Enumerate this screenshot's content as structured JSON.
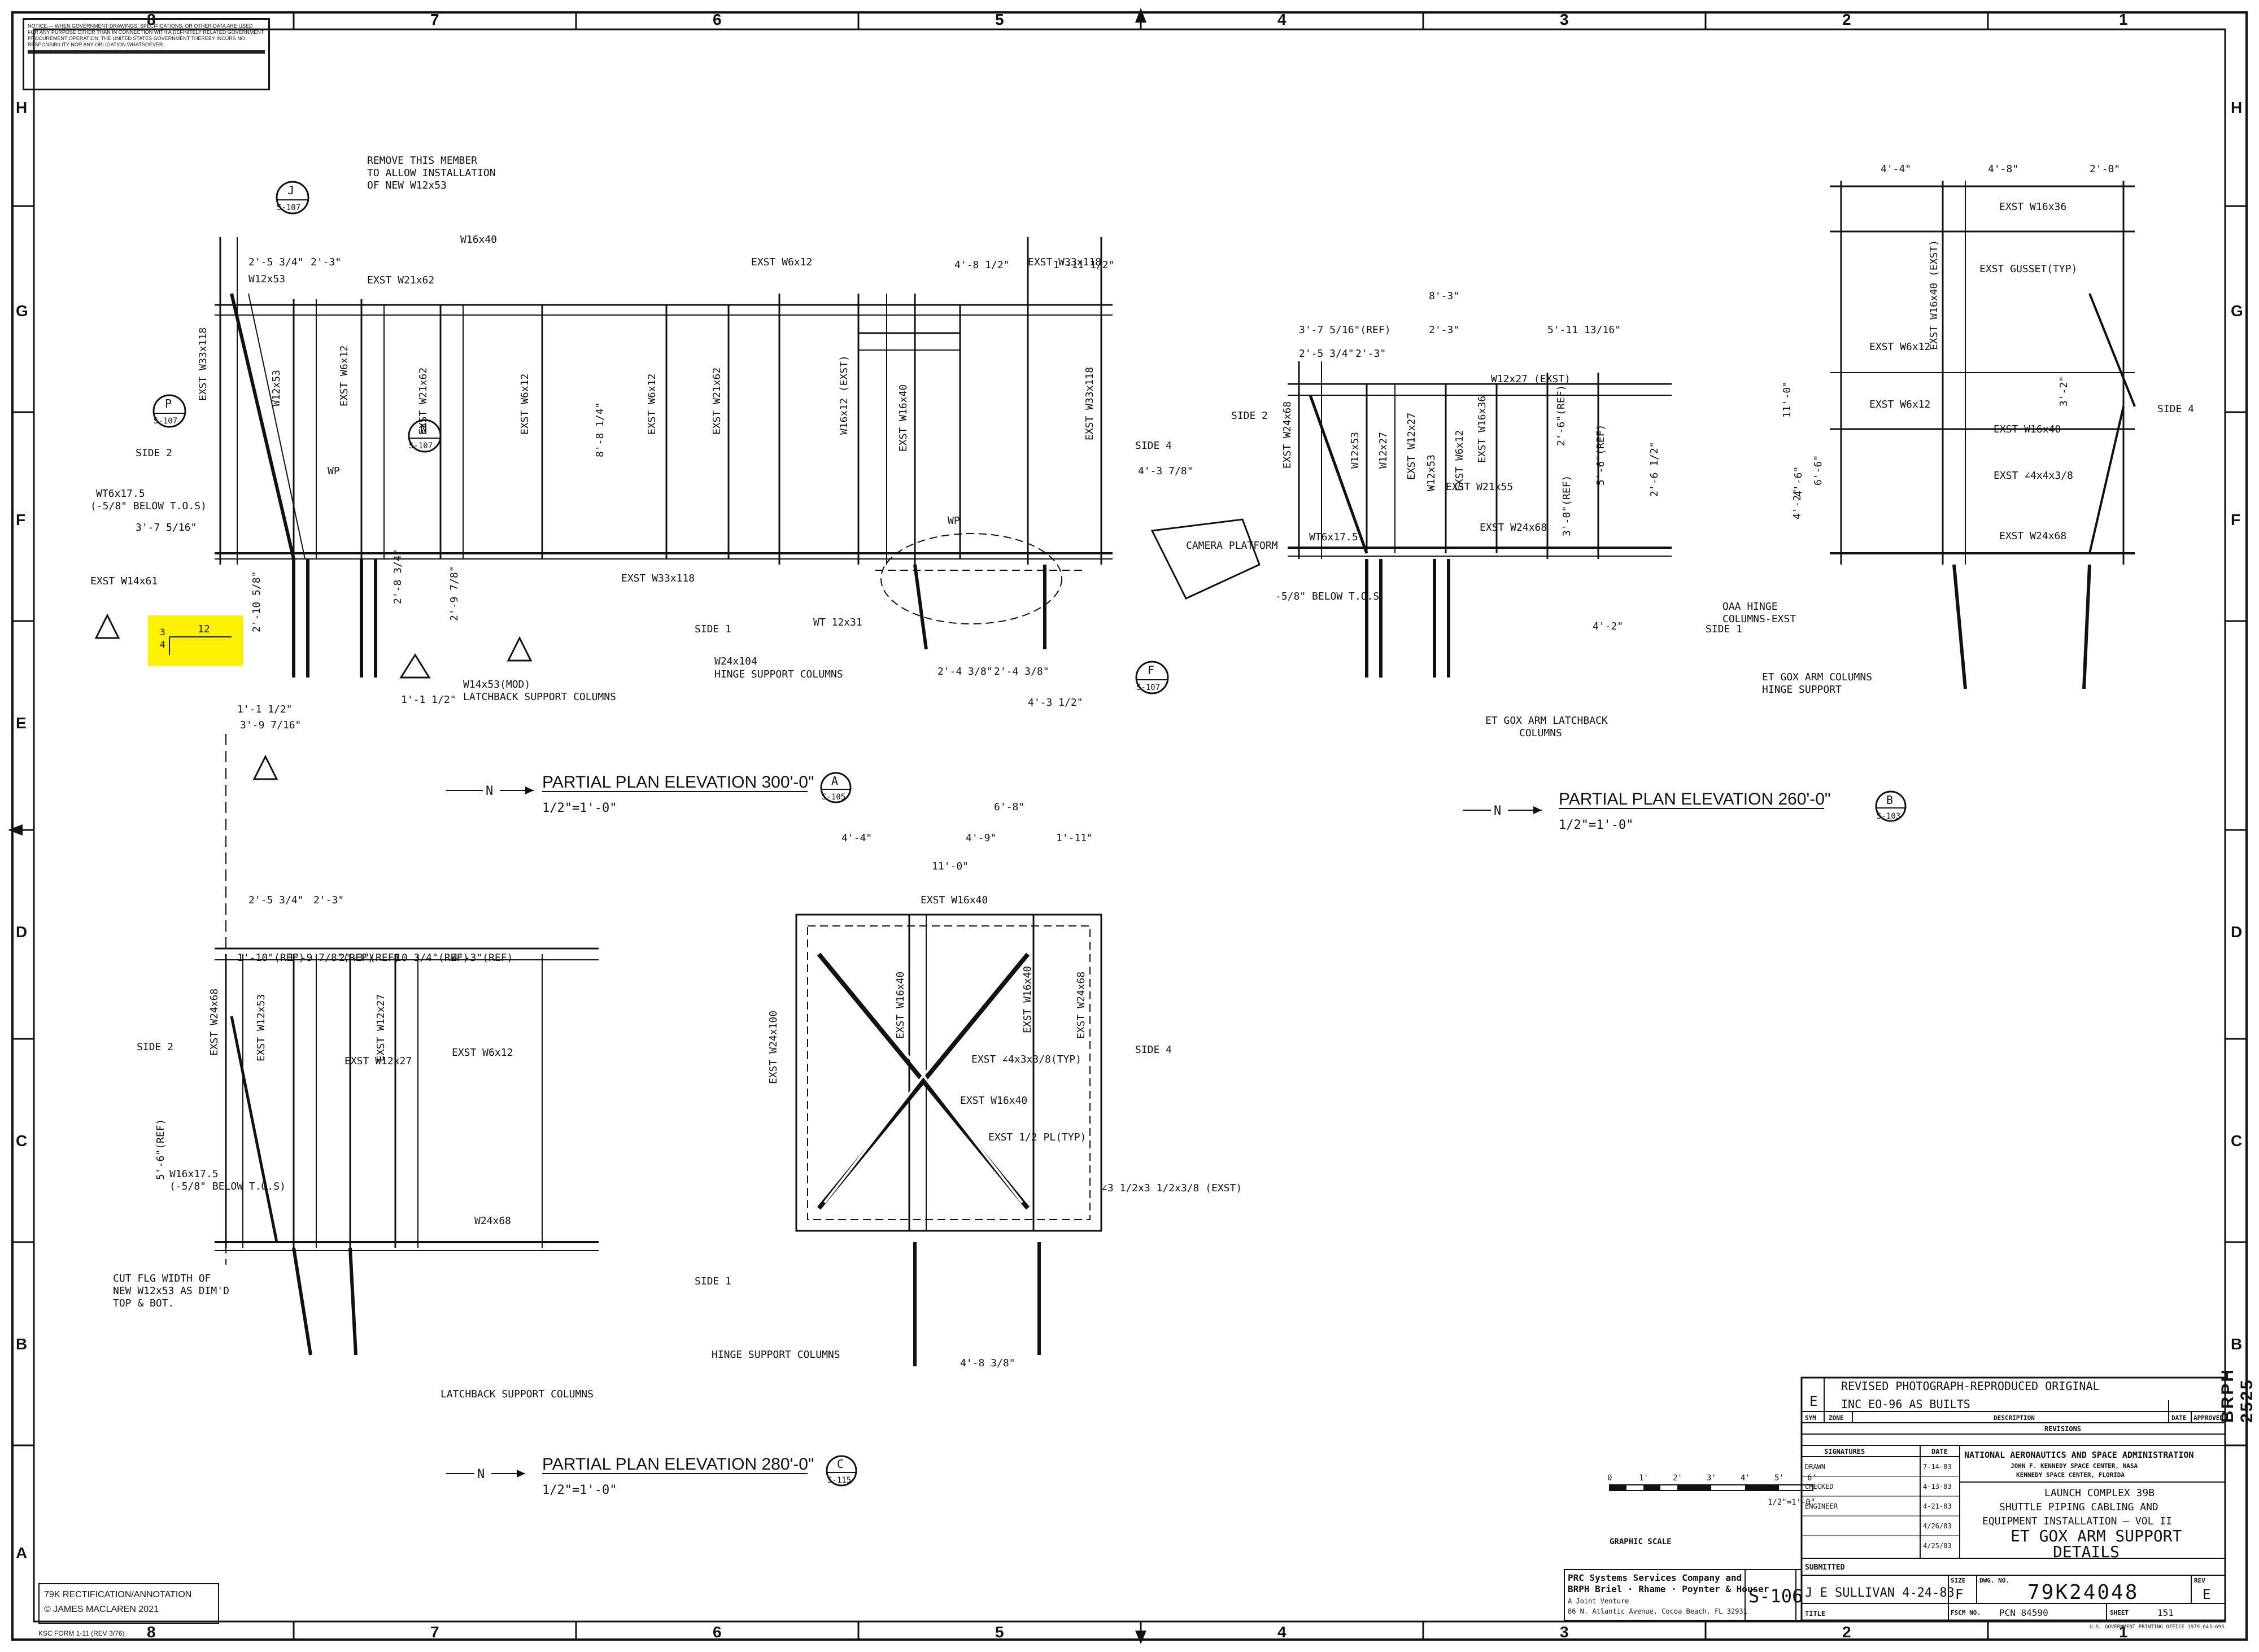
{
  "sheet": {
    "notice": "NOTICE.— WHEN GOVERNMENT DRAWINGS, SPECIFICATIONS, OR OTHER DATA ARE USED FOR ANY PURPOSE OTHER THAN IN CONNECTION WITH A DEFINITELY RELATED GOVERNMENT PROCUREMENT OPERATION, THE UNITED STATES GOVERNMENT THEREBY INCURS NO RESPONSIBILITY NOR ANY OBLIGATION WHATSOEVER...",
    "zones_top": [
      "8",
      "7",
      "6",
      "5",
      "4",
      "3",
      "2",
      "1"
    ],
    "zones_side": [
      "H",
      "G",
      "F",
      "E",
      "D",
      "C",
      "B",
      "A"
    ],
    "copyright_line1": "79K RECTIFICATION/ANNOTATION",
    "copyright_line2": "© JAMES MACLAREN 2021",
    "form_no": "KSC FORM 1-11 (REV 3/76)",
    "vertical_code": "BRPH 2525",
    "highlight_fraction_num": "3",
    "highlight_fraction_den": "4",
    "highlight_value": "12"
  },
  "views": {
    "v300": {
      "title": "PARTIAL PLAN ELEVATION 300'-0\"",
      "scale": "1/2\"=1'-0\"",
      "ref_letter": "A",
      "ref_sheet": "S-105",
      "labels": [
        "REMOVE THIS MEMBER",
        "TO ALLOW INSTALLATION",
        "OF NEW W12x53",
        "EXST W21x62",
        "EXST W33x118",
        "W12x53",
        "W12x53",
        "EXST W6x12",
        "EXST W21x62",
        "EXST W6x12",
        "EXST W6x12",
        "EXST W21x62",
        "W16x40",
        "W16x12 (EXST)",
        "EXST W6x12",
        "EXST W16x40",
        "EXST W33x118",
        "WT6x17.5",
        "(-5/8\" BELOW T.O.S)",
        "3'-7 5/16\"",
        "EXST W14x61",
        "EXST W33x118",
        "WT 12x31",
        "W24x104",
        "HINGE SUPPORT COLUMNS",
        "W14x53(MOD)",
        "LATCHBACK SUPPORT COLUMNS",
        "SIDE 2",
        "SIDE 4",
        "SIDE 1",
        "WP",
        "WP",
        "8'-8 1/4\"",
        "4'-8 1/2\"",
        "1'-11 1/2\"",
        "2'-5 3/4\"",
        "2'-3\"",
        "4'-3 7/8\"",
        "2'-10 5/8\"",
        "2'-8 3/4\"",
        "2'-9 7/8\"",
        "1'-1 1/2\"",
        "1'-1 1/2\"",
        "3'-9 7/16\"",
        "2'-4 3/8\"",
        "2'-4 3/8\"",
        "4'-3 1/2\""
      ],
      "bubbles": [
        [
          "J",
          "S-107"
        ],
        [
          "P",
          "S-107"
        ],
        [
          "N",
          "S-107"
        ],
        [
          "F",
          "S-107"
        ]
      ]
    },
    "v260": {
      "title": "PARTIAL PLAN ELEVATION 260'-0\"",
      "scale": "1/2\"=1'-0\"",
      "ref_letter": "B",
      "ref_sheet": "S-103",
      "labels": [
        "8'-3\"",
        "3'-7 5/16\"(REF)",
        "2'-3\"",
        "5'-11 13/16\"",
        "2'-5 3/4\"",
        "2'-3\"",
        "W12x27 (EXST)",
        "EXST W24x68",
        "W12x53",
        "W12x27",
        "EXST W12x27",
        "EXST W6x12",
        "EXST W16x36",
        "2'-6\"(REF)",
        "EXST W21x55",
        "5'-6\"(REF)",
        "2'-6 1/2\"",
        "3'-0\"(REF)",
        "W12x53",
        "EXST W24x68",
        "CAMERA PLATFORM",
        "WT6x17.5",
        "-5/8\" BELOW T.O.S",
        "4'-2\"",
        "OAA HINGE",
        "COLUMNS-EXST",
        "ET GOX ARM LATCHBACK",
        "COLUMNS",
        "SIDE 2",
        "SIDE 1",
        "4'-4\"",
        "4'-8\"",
        "2'-0\"",
        "EXST W16x36",
        "EXST GUSSET(TYP)",
        "EXST W16x40 (EXST)",
        "EXST W6x12",
        "EXST W6x12",
        "EXST W16x40",
        "EXST ∠4x4x3/8",
        "EXST W24x68",
        "11'-0\"",
        "6'-6\"",
        "4'-6\"",
        "4'-2\"",
        "3'-2\"",
        "SIDE 4",
        "ET GOX ARM COLUMNS",
        "HINGE SUPPORT"
      ]
    },
    "v280": {
      "title": "PARTIAL PLAN ELEVATION 280'-0\"",
      "scale": "1/2\"=1'-0\"",
      "ref_letter": "C",
      "ref_sheet": "S-115",
      "labels": [
        "2'-5 3/4\"",
        "2'-3\"",
        "1'-10\"(REF)",
        "1'-9 7/8\"(REF)",
        "2'-3\"(REF)",
        "10 3/4\"(REF)",
        "4'-3\"(REF)",
        "EXST W24x68",
        "EXST W12x53",
        "EXST W12x27",
        "EXST W12x27",
        "EXST W6x12",
        "SIDE 2",
        "5'-6\"(REF)",
        "W16x17.5",
        "(-5/8\" BELOW T.O.S)",
        "W24x68",
        "CUT FLG WIDTH OF",
        "NEW W12x53 AS DIM'D",
        "TOP & BOT.",
        "LATCHBACK SUPPORT COLUMNS",
        "6'-8\"",
        "4'-4\"",
        "4'-9\"",
        "1'-11\"",
        "11'-0\"",
        "EXST W16x40",
        "EXST W24x100",
        "EXST W16x40",
        "EXST W16x40",
        "EXST W24x68",
        "EXST ∠4x3x3/8(TYP)",
        "EXST W16x40",
        "EXST 1/2 PL(TYP)",
        "∠3 1/2x3 1/2x3/8 (EXST)",
        "SIDE 4",
        "SIDE 1",
        "HINGE SUPPORT COLUMNS",
        "4'-8 3/8\""
      ]
    }
  },
  "graphic_scale": {
    "ticks": [
      "0",
      "1'",
      "2'",
      "3'",
      "4'",
      "5'",
      "6'"
    ],
    "note": "1/2\"=1'-0\"",
    "label": "GRAPHIC SCALE"
  },
  "title_block": {
    "revised": "REVISED PHOTOGRAPH-REPRODUCED ORIGINAL",
    "rev_letter": "E",
    "rev_desc": "INC EO-96     AS BUILTS",
    "rev_cols": [
      "SYM",
      "ZONE",
      "DESCRIPTION",
      "DATE",
      "APPROVED"
    ],
    "revisions": "REVISIONS",
    "sig_cols": [
      "SIGNATURES",
      "DATE"
    ],
    "sig_rows": [
      "DRAWN",
      "CHECKED",
      "ENGINEER",
      "",
      ""
    ],
    "sig_dates": [
      "7-14-83",
      "4-13-83",
      "4-21-83",
      "4/26/83",
      "4/25/83"
    ],
    "agency": "NATIONAL AERONAUTICS AND SPACE ADMINISTRATION",
    "agency2": "JOHN F. KENNEDY SPACE CENTER, NASA",
    "agency3": "KENNEDY SPACE CENTER, FLORIDA",
    "project1": "LAUNCH COMPLEX 39B",
    "project2": "SHUTTLE PIPING CABLING AND",
    "project3": "EQUIPMENT INSTALLATION — VOL II",
    "drawing_title1": "ET GOX ARM SUPPORT",
    "drawing_title2": "DETAILS",
    "submitted": "SUBMITTED",
    "firm1": "PRC Systems Services Company and",
    "firm2": "BRPH Briel · Rhame · Poynter & Houser",
    "firm3": "A Joint Venture",
    "firm4": "86 N. Atlantic Avenue, Cocoa Beach, FL 32931",
    "sheet_ref": "S-106",
    "signer": "J E SULLIVAN 4-24-83",
    "title_lbl": "TITLE",
    "size_lbl": "SIZE",
    "size": "F",
    "dwg_lbl": "DWG. NO.",
    "dwg_no": "79K24048",
    "rev_lbl": "REV",
    "rev": "E",
    "fscm_lbl": "FSCM NO.",
    "pcn": "PCN 84590",
    "sheet_lbl": "SHEET",
    "sheet_no": "151",
    "printer": "U.S. GOVERNMENT PRINTING OFFICE 1979-643-693"
  }
}
